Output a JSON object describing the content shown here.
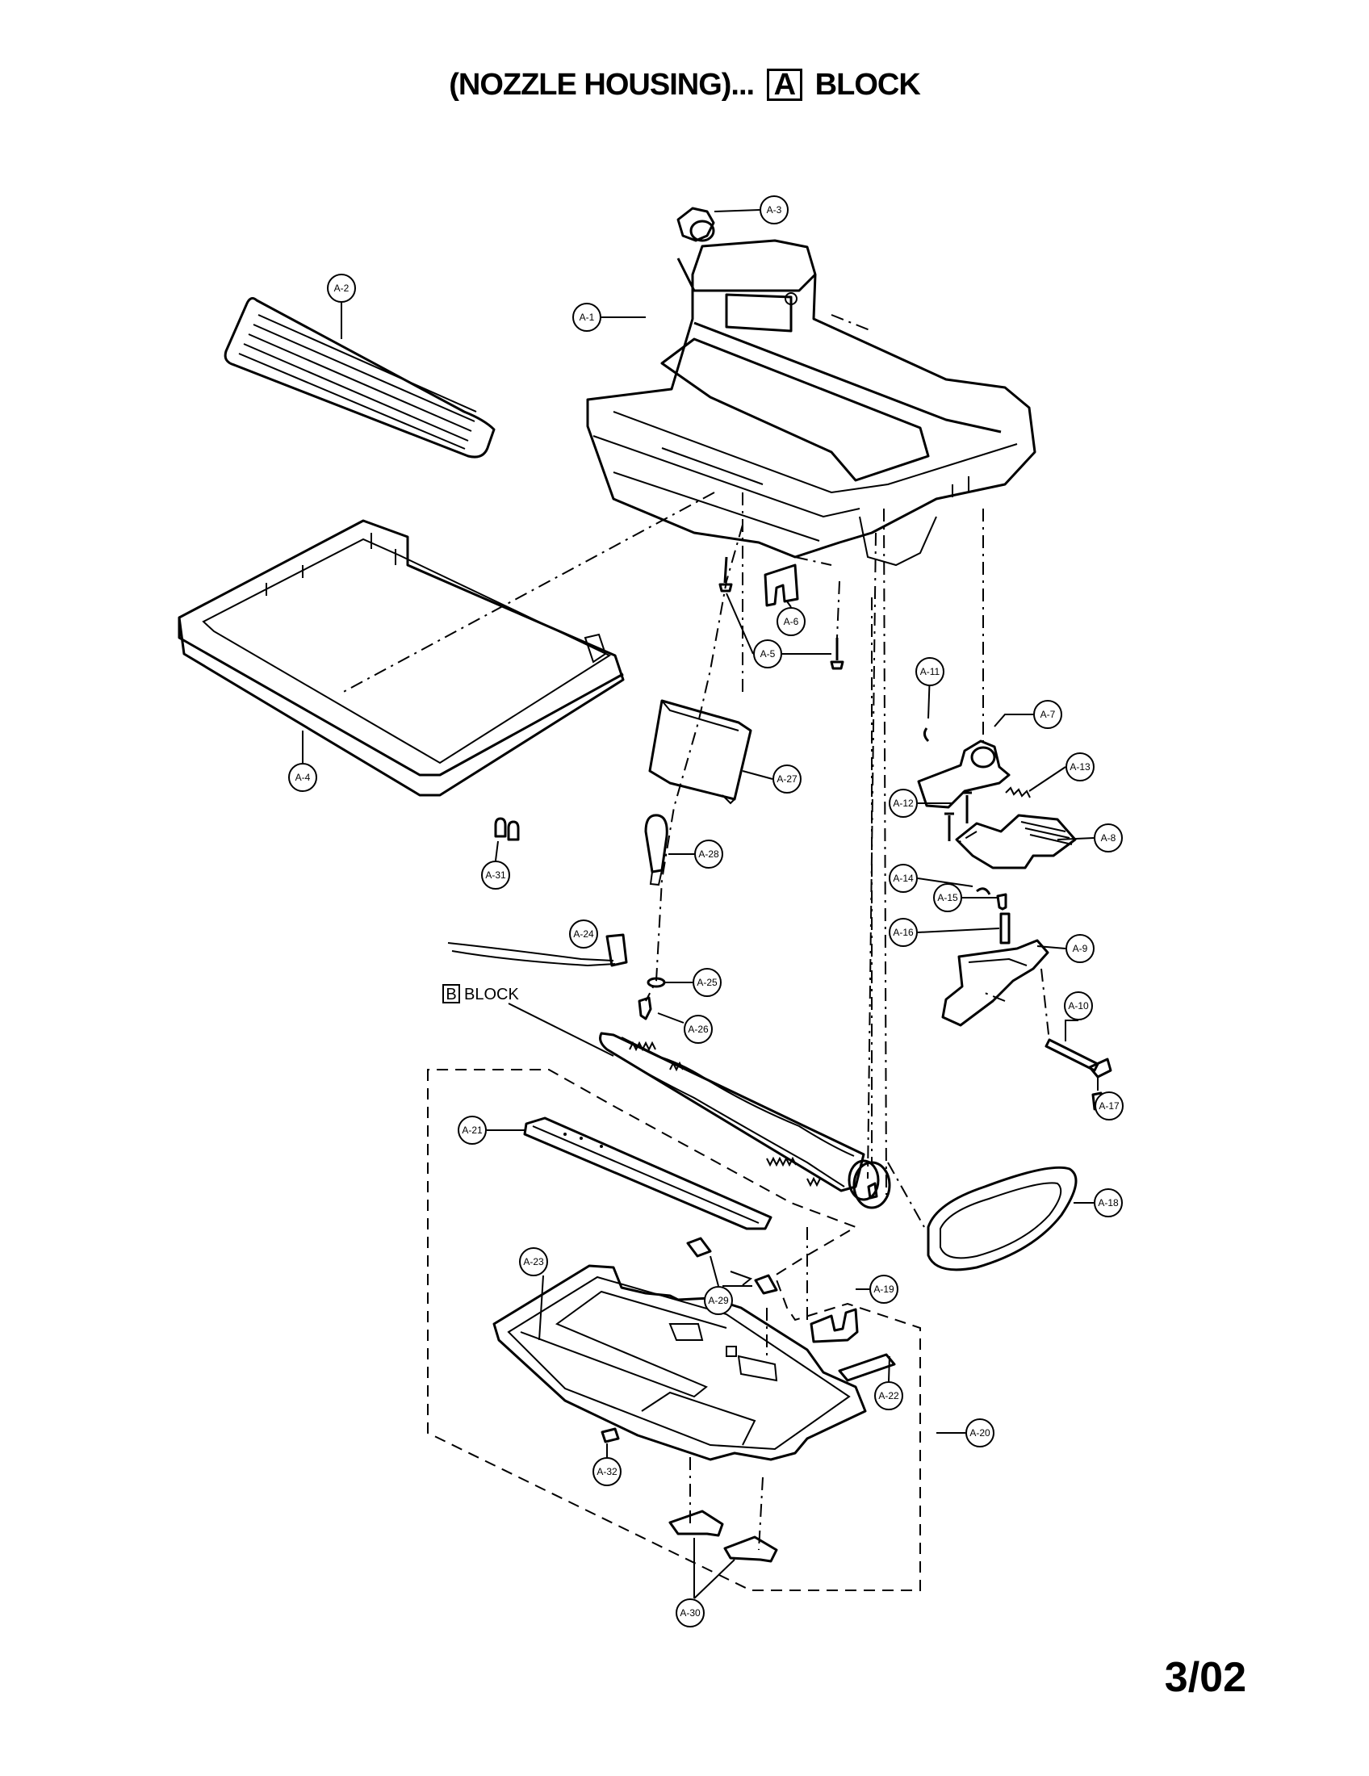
{
  "header": {
    "title_prefix": "(NOZZLE HOUSING)...",
    "title_box_letter": "A",
    "title_suffix": "BLOCK"
  },
  "block_label": {
    "box_letter": "B",
    "text": "BLOCK"
  },
  "page_number": "3/02",
  "callouts": [
    {
      "id": "A-1",
      "label": "A-1"
    },
    {
      "id": "A-2",
      "label": "A-2"
    },
    {
      "id": "A-3",
      "label": "A-3"
    },
    {
      "id": "A-4",
      "label": "A-4"
    },
    {
      "id": "A-5",
      "label": "A-5"
    },
    {
      "id": "A-6",
      "label": "A-6"
    },
    {
      "id": "A-7",
      "label": "A-7"
    },
    {
      "id": "A-8",
      "label": "A-8"
    },
    {
      "id": "A-9",
      "label": "A-9"
    },
    {
      "id": "A-10",
      "label": "A-10"
    },
    {
      "id": "A-11",
      "label": "A-11"
    },
    {
      "id": "A-12",
      "label": "A-12"
    },
    {
      "id": "A-13",
      "label": "A-13"
    },
    {
      "id": "A-14",
      "label": "A-14"
    },
    {
      "id": "A-15",
      "label": "A-15"
    },
    {
      "id": "A-16",
      "label": "A-16"
    },
    {
      "id": "A-17",
      "label": "A-17"
    },
    {
      "id": "A-18",
      "label": "A-18"
    },
    {
      "id": "A-19",
      "label": "A-19"
    },
    {
      "id": "A-20",
      "label": "A-20"
    },
    {
      "id": "A-21",
      "label": "A-21"
    },
    {
      "id": "A-22",
      "label": "A-22"
    },
    {
      "id": "A-23",
      "label": "A-23"
    },
    {
      "id": "A-24",
      "label": "A-24"
    },
    {
      "id": "A-25",
      "label": "A-25"
    },
    {
      "id": "A-26",
      "label": "A-26"
    },
    {
      "id": "A-27",
      "label": "A-27"
    },
    {
      "id": "A-28",
      "label": "A-28"
    },
    {
      "id": "A-29",
      "label": "A-29"
    },
    {
      "id": "A-30",
      "label": "A-30"
    },
    {
      "id": "A-31",
      "label": "A-31"
    },
    {
      "id": "A-32",
      "label": "A-32"
    }
  ]
}
